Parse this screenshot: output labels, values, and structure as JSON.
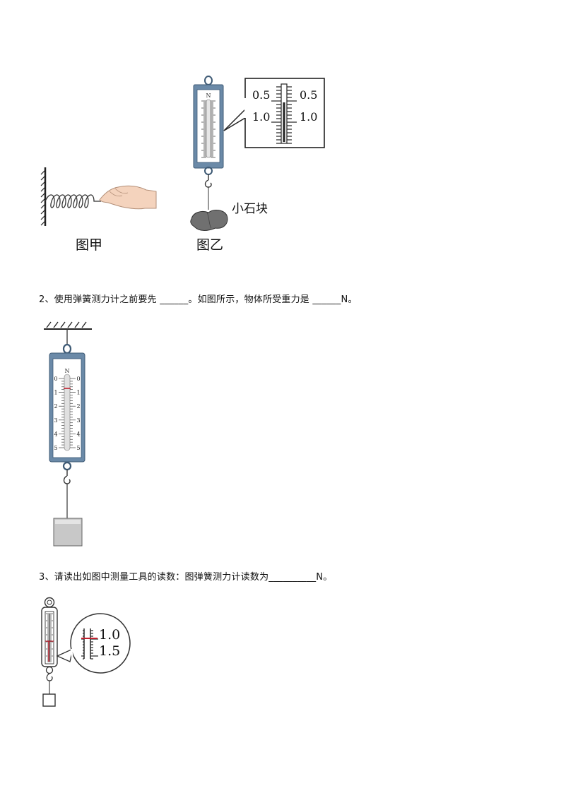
{
  "figure1": {
    "label_jia": "图甲",
    "label_yi": "图乙",
    "stone_label": "小石块",
    "unit": "N",
    "zoom_ticks": [
      "0.5",
      "1.0"
    ]
  },
  "question2": {
    "number": "2、",
    "text": "使用弹簧测力计之前要先 ______。如图所示，物体所受重力是 ______N。",
    "scale_unit": "N",
    "scale_left": [
      "0",
      "1",
      "2",
      "3",
      "4",
      "5"
    ],
    "scale_right": [
      "0",
      "1",
      "2",
      "3",
      "4",
      "5"
    ]
  },
  "question3": {
    "number": "3、",
    "text": "请读出如图中测量工具的读数：图弹簧测力计读数为__________N。",
    "zoom_ticks": [
      "1.0",
      "1.5"
    ]
  },
  "colors": {
    "meter_frame": "#6b8aa8",
    "meter_dark": "#3e5a75",
    "pointer": "#c0202e",
    "stone": "#707070"
  }
}
